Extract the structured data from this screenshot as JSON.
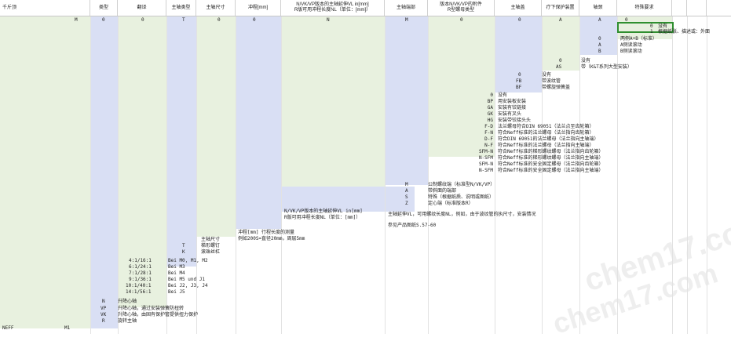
{
  "headers": [
    "千斤顶",
    "类型",
    "翻译",
    "主轴类型",
    "主轴尺寸",
    "冲程[mm]",
    "N/VK/VP版本的主轴延伸VL in[mm]\nR版可用冲程长度NL（单位：[mm]）",
    "主轴端部",
    "版本N/VK/VP的附件\nR型螺母类型",
    "主轴盖",
    "疗下保护装置",
    "轴颈",
    "特殊要求"
  ],
  "row1": [
    "M",
    "0",
    "0",
    "T",
    "0",
    "0",
    "N",
    "M",
    "0",
    "0",
    "A",
    "A",
    "0"
  ],
  "special": {
    "none_code": "0",
    "none": "没有",
    "text_code": "1",
    "text": "根据纸张、描述或：外面"
  },
  "journal": [
    [
      "0",
      "两侧A+B（标准）"
    ],
    [
      "A",
      "A侧读滚动"
    ],
    [
      "B",
      "B侧读滚动"
    ]
  ],
  "protect": [
    [
      "0",
      "没有"
    ],
    [
      "AS",
      "带（K&T系列大型安装）"
    ]
  ],
  "cover": [
    [
      "0",
      "没有"
    ],
    [
      "FB",
      "带波纹管"
    ],
    [
      "BF",
      "带螺旋弹簧盖"
    ]
  ],
  "nut": [
    [
      "0",
      "没有"
    ],
    [
      "BP",
      "用安装板安装"
    ],
    [
      "GA",
      "安装有铰链接"
    ],
    [
      "GK",
      "安装有叉头"
    ],
    [
      "HG",
      "安装带铰接头头"
    ],
    [
      "F-D",
      "法兰螺母符合DIN 69051（法兰点至齿轮箱）"
    ],
    [
      "F-N",
      "符合Neff标准的法兰螺母（法兰指向齿轮箱）"
    ],
    [
      "D-F",
      "符合DIN 69051的法兰螺母（法兰指向主轴端）"
    ],
    [
      "N-F",
      "符合Neff标准的法兰螺母（法兰指向主轴端）"
    ],
    [
      "SFM-N",
      "符合Neff标准的梯形螺纹螺母（法兰指向齿轮箱）"
    ],
    [
      "N-SFM",
      "符合Neff标准的梯形螺纹螺母（法兰指向主轴端）"
    ],
    [
      "SFM-N",
      "符合Neff标准的安全固定螺母（法兰指向齿轮箱）"
    ],
    [
      "N-SFM",
      "符合Neff标准的安全固定螺母（法兰指向主轴端）"
    ]
  ],
  "end": [
    [
      "M",
      "公制螺纹端（标准型N/VK/VP）"
    ],
    [
      "A",
      "带斜面的端部"
    ],
    [
      "S",
      "特殊（根据纸质、说明或图纸）"
    ],
    [
      "Z",
      "定心端（标准版本R）"
    ]
  ],
  "vl": {
    "l1": "N/VK/VP版本的主轴延伸VL in[mm]",
    "l2": "R版可用冲程长度NL（单位：[mm]）",
    "note1": "主轴延伸VL，可用螺纹长度NL，例如，由于波纹管的执尺寸，安装情况",
    "note2": "参见产品图纸S.57-60"
  },
  "stroke": {
    "l1": "冲程[mm]  行程长度的测量",
    "l2": "例如200S=直径20mm，周层5mm"
  },
  "size": [
    "主轴尺寸",
    "梯形螺钉",
    "滚珠丝杠"
  ],
  "spindle_type": [
    "T",
    "K"
  ],
  "ratios": [
    [
      "4:1/16:1",
      "Bei M0, M1, M2"
    ],
    [
      "6:1/24:1",
      "Bei M3"
    ],
    [
      "7:1/28:1",
      "Bei M4"
    ],
    [
      "9:1/36:1",
      "Bei M5 und J1"
    ],
    [
      "10:1/40:1",
      "Bei J2, J3, J4"
    ],
    [
      "14:1/56:1",
      "Bei J5"
    ]
  ],
  "types": [
    [
      "N",
      "升降心轴"
    ],
    [
      "VP",
      "升降心轴，通过安装弹簧防扭转"
    ],
    [
      "VK",
      "升降心轴，由固有保护管提供扭力保护"
    ],
    [
      "R",
      "旋转主轴"
    ]
  ],
  "bottom": {
    "left": "NEFF",
    "code": "M1"
  },
  "watermark": "chem17.com"
}
